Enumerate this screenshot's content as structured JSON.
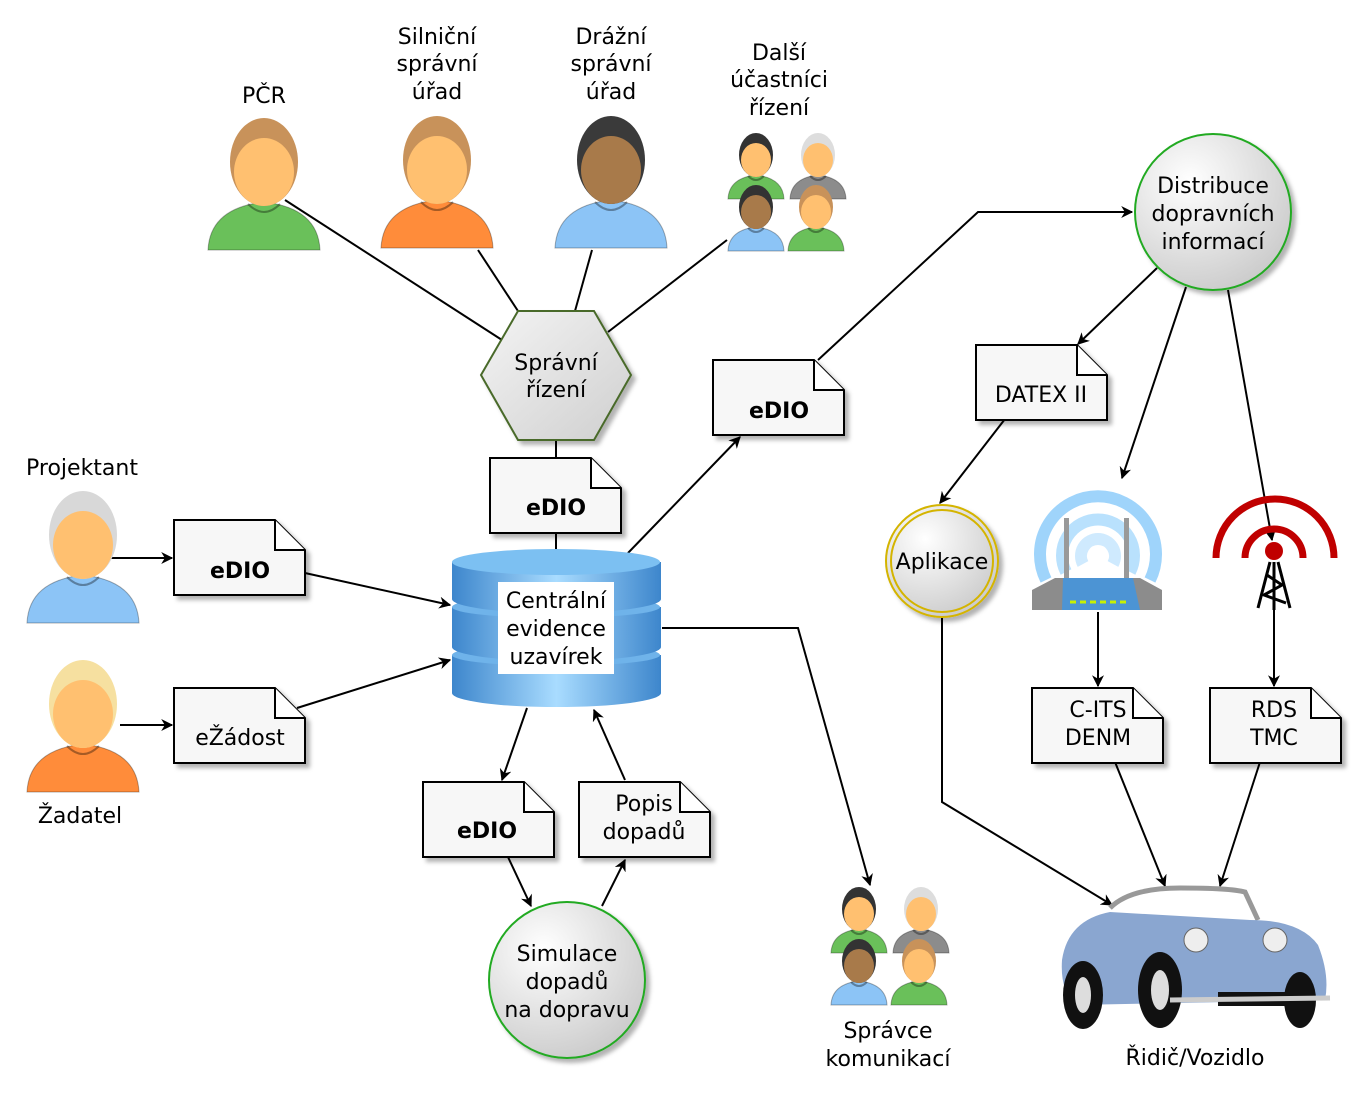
{
  "actors": {
    "pcr": [
      "PČR"
    ],
    "silnicni": [
      "Silniční",
      "správní",
      "úřad"
    ],
    "drazni": [
      "Drážní",
      "správní",
      "úřad"
    ],
    "dalsi": [
      "Další",
      "účastníci",
      "řízení"
    ],
    "projektant": [
      "Projektant"
    ],
    "zadatel": [
      "Žadatel"
    ],
    "spravce": [
      "Správce",
      "komunikací"
    ],
    "ridic": [
      "Řidič/Vozidlo"
    ]
  },
  "nodes": {
    "spravni_rizeni": [
      "Správní",
      "řízení"
    ],
    "database": [
      "Centrální",
      "evidence",
      "uzavírek"
    ],
    "distribuce": [
      "Distribuce",
      "dopravních",
      "informací"
    ],
    "aplikace": [
      "Aplikace"
    ],
    "simulace": [
      "Simulace",
      "dopadů",
      "na dopravu"
    ]
  },
  "documents": {
    "edio": "eDIO",
    "ezadost": "eŽádost",
    "datex": "DATEX II",
    "cits": [
      "C-ITS",
      "DENM"
    ],
    "rds": [
      "RDS",
      "TMC"
    ],
    "popis": [
      "Popis",
      "dopadů"
    ]
  },
  "colors": {
    "circle_stroke": "#22aa22",
    "aplikace_stroke": "#d4b400",
    "hex_stroke": "#4a6a2a",
    "db_blue": "#4a90d0",
    "tower_red": "#c00000",
    "wifi_blue": "#9fd4fb",
    "car_blue": "#8aa6d0"
  }
}
